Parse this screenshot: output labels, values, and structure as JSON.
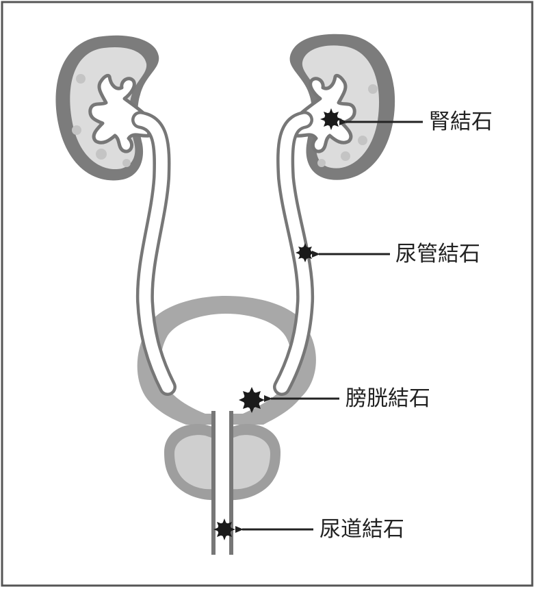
{
  "labels": {
    "kidney_stone": "腎結石",
    "ureter_stone": "尿管結石",
    "bladder_stone": "膀胱結石",
    "urethra_stone": "尿道結石"
  },
  "colors": {
    "border": "#555555",
    "dark": "#777777",
    "mid": "#9e9e9e",
    "light": "#cfcfcf",
    "kidney_inner": "#dcdcdc",
    "stone": "#1a1a1a",
    "arrow": "#222222"
  }
}
